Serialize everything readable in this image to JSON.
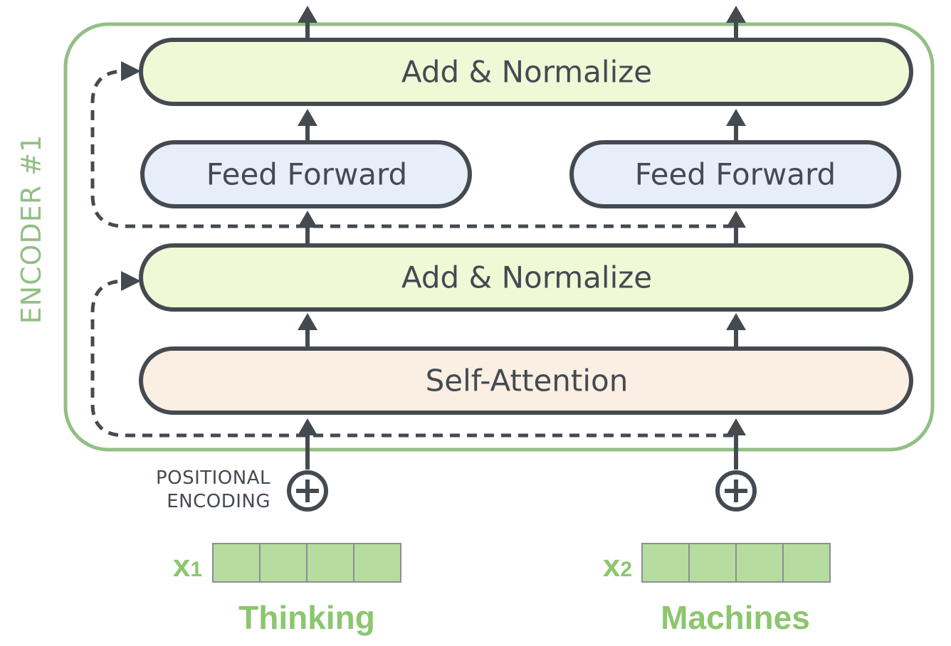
{
  "encoder": {
    "label": "ENCODER #1",
    "top_add_normalize": "Add & Normalize",
    "feed_forward_left": "Feed Forward",
    "feed_forward_right": "Feed Forward",
    "bottom_add_normalize": "Add & Normalize",
    "self_attention": "Self-Attention"
  },
  "positional_encoding": {
    "line1": "POSITIONAL",
    "line2": "ENCODING"
  },
  "inputs": [
    {
      "symbol": "x",
      "subscript": "1",
      "word": "Thinking",
      "cells": 4
    },
    {
      "symbol": "x",
      "subscript": "2",
      "word": "Machines",
      "cells": 4
    }
  ],
  "colors": {
    "encoder_border": "#93bf85",
    "add_normalize_fill": "#eff9d6",
    "feed_forward_fill": "#e6eef9",
    "self_attention_fill": "#fbeee2",
    "stroke": "#454a51",
    "embedding_cell": "#b7dc9f",
    "input_label": "#8cc66e"
  }
}
